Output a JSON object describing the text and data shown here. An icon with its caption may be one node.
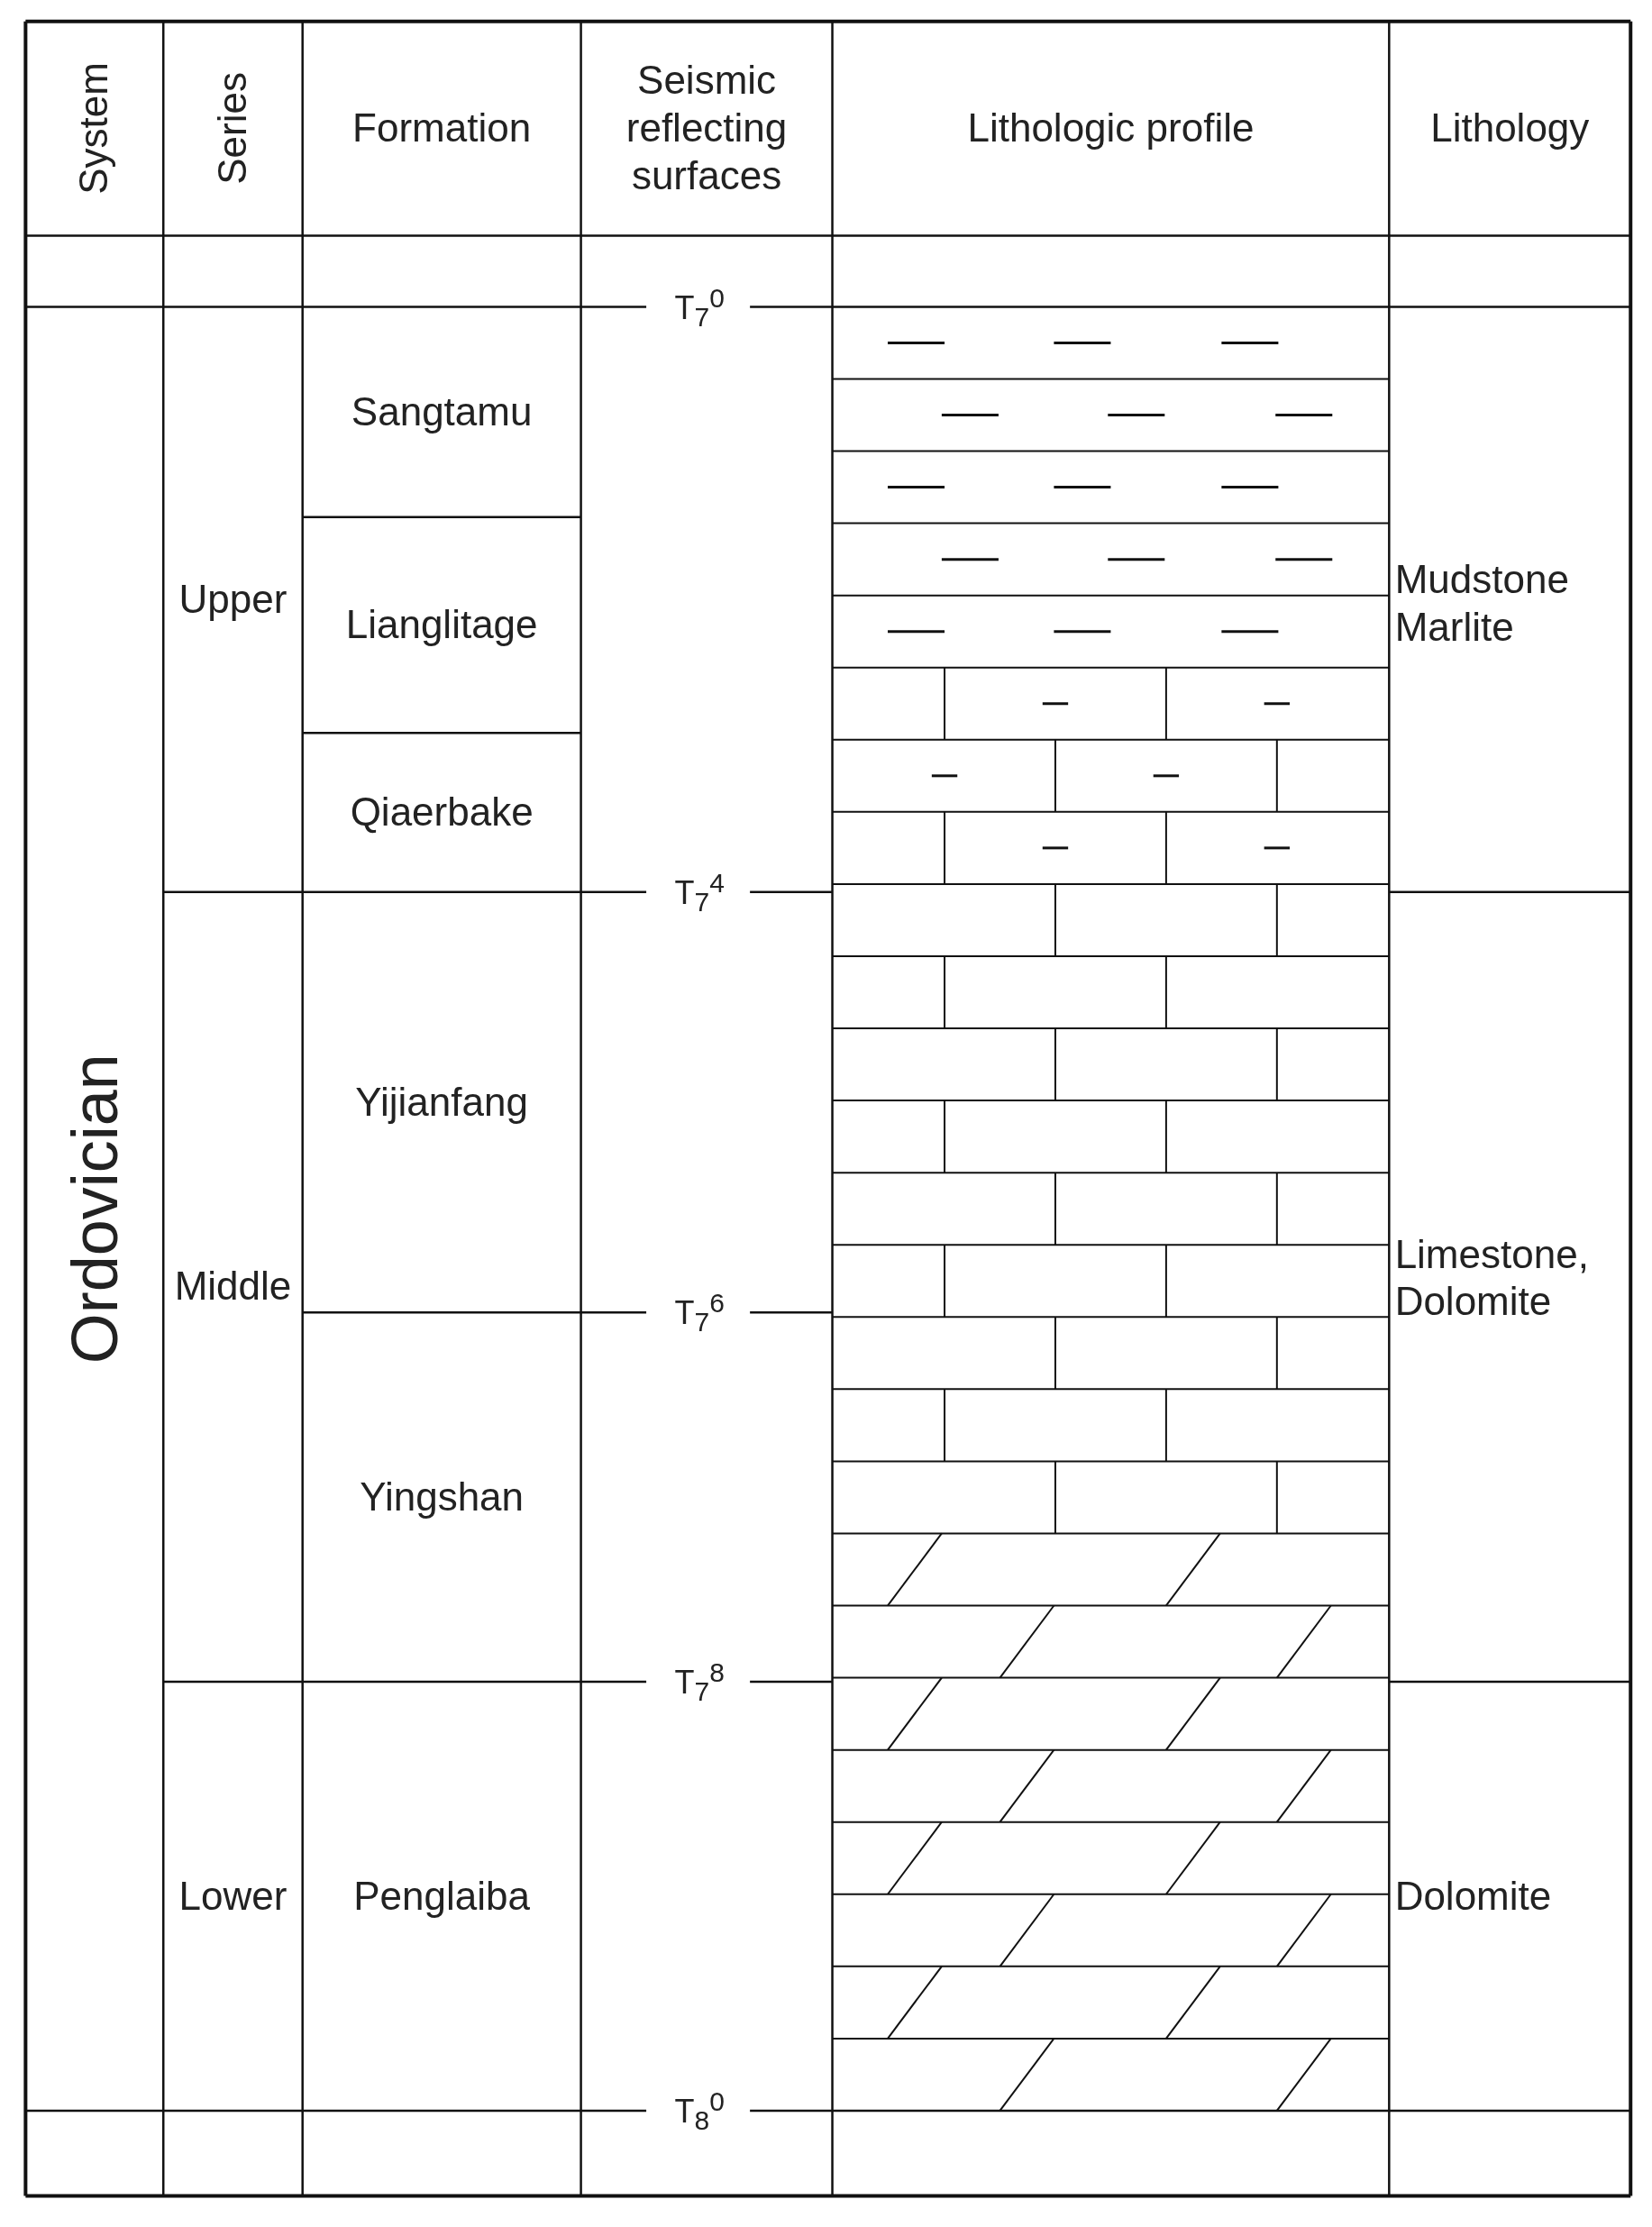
{
  "diagram": {
    "labels": [
      "System",
      "Series",
      "Formation",
      "Seismic reflecting surfaces",
      "Lithologic profile",
      "Lithology",
      "T$_{7}$$^{0}$",
      "Sangtamu",
      "Upper",
      "Lianglitage",
      "Mudstone Marlite",
      "Qiaerbake",
      "T$_{7}$$^{4}$",
      "Yijianfang",
      "Ordovician",
      "Middle",
      "Limestone, Dolomite",
      "T$_{7}$$^{6}$",
      "Yingshan",
      "T$_{7}$$^{8}$",
      "Lower",
      "Penglaiba",
      "Dolomite",
      "T$_{8}$$^{0}$"
    ]
  }
}
